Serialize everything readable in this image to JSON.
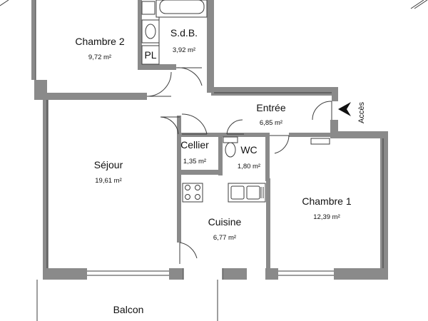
{
  "plan": {
    "rooms": {
      "chambre2": {
        "name": "Chambre 2",
        "area": "9,72 m²"
      },
      "sdb": {
        "name": "S.d.B.",
        "area": "3,92 m²"
      },
      "pl": {
        "name": "PL"
      },
      "entree": {
        "name": "Entrée",
        "area": "6,85 m²"
      },
      "cellier": {
        "name": "Cellier",
        "area": "1,35 m²"
      },
      "wc": {
        "name": "WC",
        "area": "1,80 m²"
      },
      "sejour": {
        "name": "Séjour",
        "area": "19,61 m²"
      },
      "chambre1": {
        "name": "Chambre 1",
        "area": "12,39 m²"
      },
      "cuisine": {
        "name": "Cuisine",
        "area": "6,77 m²"
      },
      "balcon": {
        "name": "Balcon"
      }
    },
    "access_label": "Accès",
    "colors": {
      "wall": "#8a8a8a",
      "line": "#3c3c3c",
      "background": "#ffffff"
    }
  }
}
